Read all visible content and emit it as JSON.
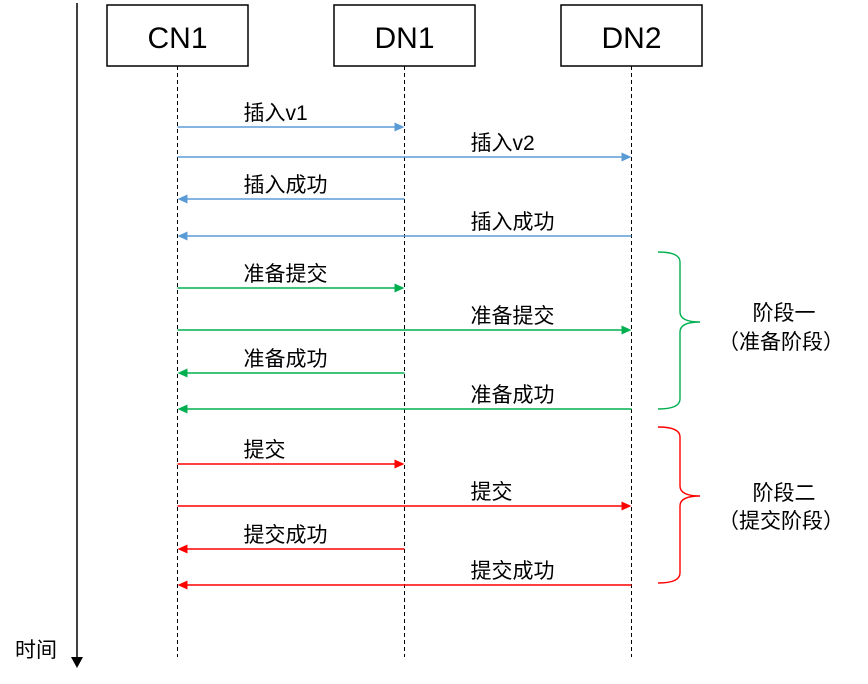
{
  "participants": [
    {
      "name": "CN1"
    },
    {
      "name": "DN1"
    },
    {
      "name": "DN2"
    }
  ],
  "time_axis": {
    "label": "时间"
  },
  "messages": [
    {
      "label": "插入v1",
      "from": 0,
      "to": 1,
      "color": "#5B9BD5"
    },
    {
      "label": "插入v2",
      "from": 0,
      "to": 2,
      "color": "#5B9BD5"
    },
    {
      "label": "插入成功",
      "from": 1,
      "to": 0,
      "color": "#5B9BD5"
    },
    {
      "label": "插入成功",
      "from": 2,
      "to": 0,
      "color": "#5B9BD5"
    },
    {
      "label": "准备提交",
      "from": 0,
      "to": 1,
      "color": "#00B050"
    },
    {
      "label": "准备提交",
      "from": 0,
      "to": 2,
      "color": "#00B050"
    },
    {
      "label": "准备成功",
      "from": 1,
      "to": 0,
      "color": "#00B050"
    },
    {
      "label": "准备成功",
      "from": 2,
      "to": 0,
      "color": "#00B050"
    },
    {
      "label": "提交",
      "from": 0,
      "to": 1,
      "color": "#FF0000"
    },
    {
      "label": "提交",
      "from": 0,
      "to": 2,
      "color": "#FF0000"
    },
    {
      "label": "提交成功",
      "from": 1,
      "to": 0,
      "color": "#FF0000"
    },
    {
      "label": "提交成功",
      "from": 2,
      "to": 0,
      "color": "#FF0000"
    }
  ],
  "phases": [
    {
      "title": "阶段一",
      "subtitle": "（准备阶段）",
      "color": "#00B050"
    },
    {
      "title": "阶段二",
      "subtitle": "（提交阶段）",
      "color": "#FF0000"
    }
  ]
}
